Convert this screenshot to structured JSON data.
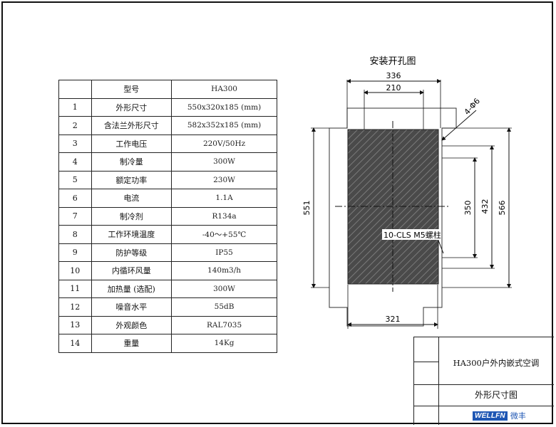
{
  "spec_table": {
    "header": {
      "col1": "",
      "col2": "型号",
      "col3": "HA300"
    },
    "rows": [
      {
        "no": "1",
        "name": "外形尺寸",
        "value": "550x320x185 (mm)"
      },
      {
        "no": "2",
        "name": "含法兰外形尺寸",
        "value": "582x352x185 (mm)"
      },
      {
        "no": "3",
        "name": "工作电压",
        "value": "220V/50Hz"
      },
      {
        "no": "4",
        "name": "制冷量",
        "value": "300W"
      },
      {
        "no": "5",
        "name": "额定功率",
        "value": "230W"
      },
      {
        "no": "6",
        "name": "电流",
        "value": "1.1A"
      },
      {
        "no": "7",
        "name": "制冷剂",
        "value": "R134a"
      },
      {
        "no": "8",
        "name": "工作环境温度",
        "value": "-40～+55℃"
      },
      {
        "no": "9",
        "name": "防护等级",
        "value": "IP55"
      },
      {
        "no": "10",
        "name": "内循环风量",
        "value": "140m3/h"
      },
      {
        "no": "11",
        "name": "加热量 (选配)",
        "value": "300W"
      },
      {
        "no": "12",
        "name": "噪音水平",
        "value": "55dB"
      },
      {
        "no": "13",
        "name": "外观颜色",
        "value": "RAL7035"
      },
      {
        "no": "14",
        "name": "重量",
        "value": "14Kg"
      }
    ]
  },
  "drawing": {
    "title": "安装开孔图",
    "dim_top_outer": "336",
    "dim_top_inner": "210",
    "dim_hole_note": "4-Φ6",
    "dim_left": "551",
    "dim_right_inner": "350",
    "dim_right_mid": "432",
    "dim_right_outer": "566",
    "dim_bottom": "321",
    "screw_note": "10-CLS M5螺柱"
  },
  "title_block": {
    "product_name": "HA300户外内嵌式空调",
    "drawing_name": "外形尺寸图",
    "logo_text": "WELLFN",
    "logo_cn": "微丰"
  }
}
